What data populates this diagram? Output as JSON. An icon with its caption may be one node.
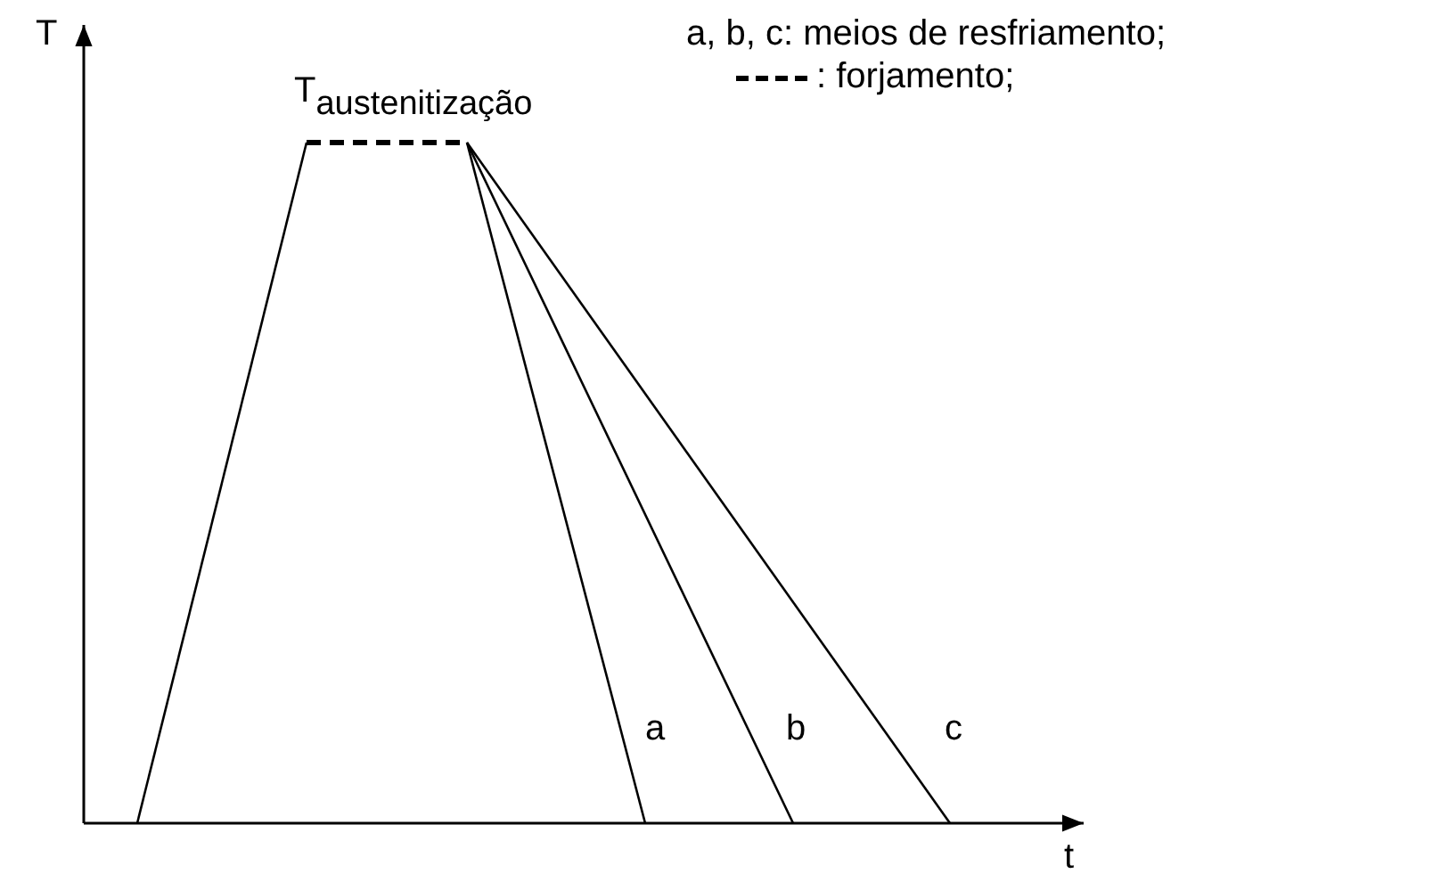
{
  "diagram": {
    "labels": [
      "T",
      "a, b, c: meios de resfriamento;",
      "T$_{austenitização}$",
      "a",
      "b",
      "c",
      "t"
    ],
    "legend": [
      {
        "text": ": forjamento;"
      }
    ]
  }
}
